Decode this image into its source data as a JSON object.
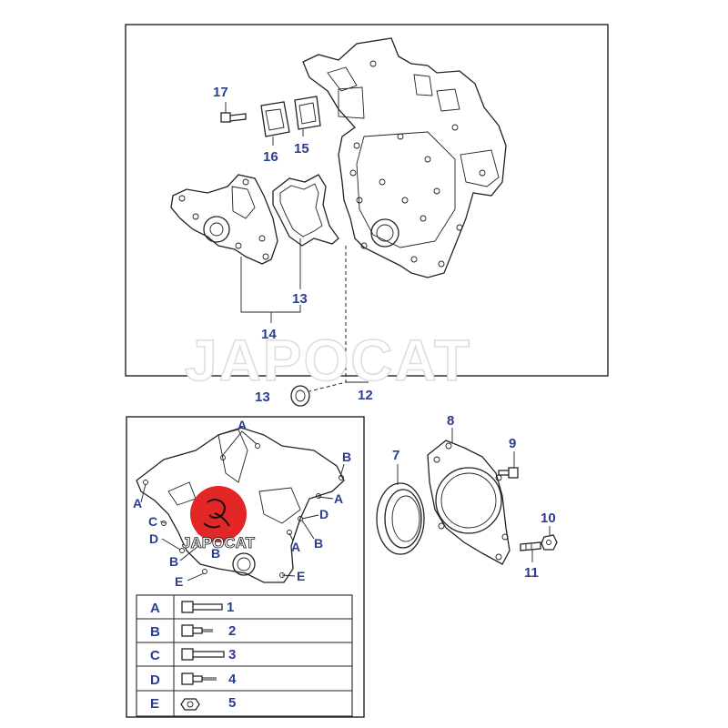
{
  "callouts": {
    "n17": "17",
    "n16": "16",
    "n15": "15",
    "n13a": "13",
    "n14": "14",
    "n13b": "13",
    "n12": "12",
    "n8": "8",
    "n7": "7",
    "n9": "9",
    "n10": "10",
    "n11": "11"
  },
  "bolt_markers": {
    "A1": "A",
    "A2": "A",
    "A3": "A",
    "A4": "A",
    "B1": "B",
    "B2": "B",
    "B3": "B",
    "B4": "B",
    "C1": "C",
    "D1": "D",
    "D2": "D",
    "E1": "E",
    "E2": "E"
  },
  "legend": {
    "rows": [
      {
        "letter": "A",
        "part": "1"
      },
      {
        "letter": "B",
        "part": "2"
      },
      {
        "letter": "C",
        "part": "3"
      },
      {
        "letter": "D",
        "part": "4"
      },
      {
        "letter": "E",
        "part": "5"
      }
    ]
  },
  "watermark": {
    "text": "JAPOCAT",
    "logo_text": "JAPOCAT",
    "logo_color": "#e32626"
  },
  "colors": {
    "callout": "#2b3d8f",
    "line": "#222222"
  }
}
